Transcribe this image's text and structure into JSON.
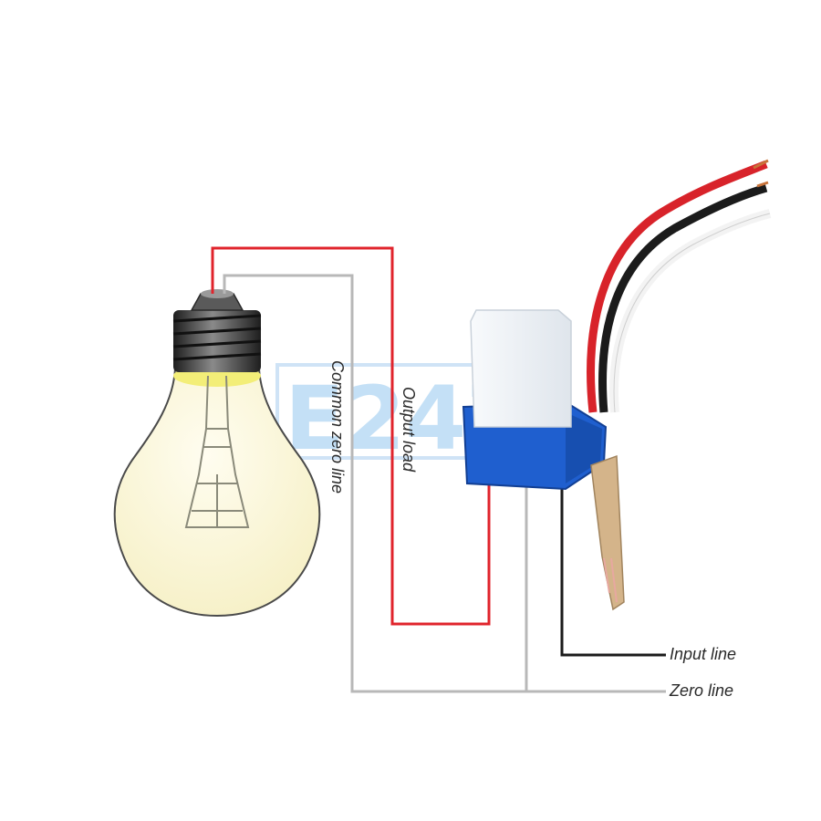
{
  "diagram": {
    "labels": {
      "common_zero_line": "Common zero line",
      "output_load": "Output load",
      "input_line": "Input line",
      "zero_line": "Zero line"
    },
    "watermark": "E247",
    "colors": {
      "output_wire": "#e0242c",
      "neutral_wire": "#b8b8b8",
      "input_wire": "#1b1b1b",
      "sensor_body": "#1f5fcf",
      "sensor_cap": "#eef2f6",
      "bulb_glass": "#fbf7dc",
      "bulb_glow": "#f3ee78",
      "bulb_base": "#3a3a3a"
    }
  }
}
